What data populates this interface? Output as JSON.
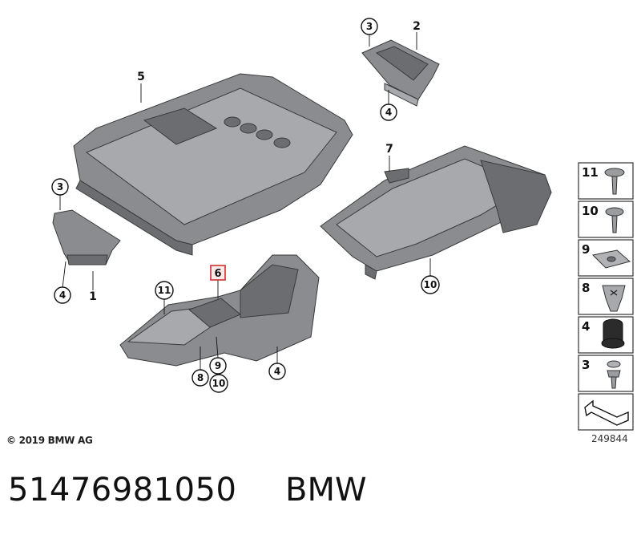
{
  "callouts": [
    {
      "id": "c5",
      "label": "5"
    },
    {
      "id": "c3a",
      "label": "3"
    },
    {
      "id": "c2",
      "label": "2"
    },
    {
      "id": "c4a",
      "label": "4"
    },
    {
      "id": "c7",
      "label": "7"
    },
    {
      "id": "c3b",
      "label": "3"
    },
    {
      "id": "c4b",
      "label": "4"
    },
    {
      "id": "c1",
      "label": "1"
    },
    {
      "id": "c6",
      "label": "6"
    },
    {
      "id": "c11",
      "label": "11"
    },
    {
      "id": "c8",
      "label": "8"
    },
    {
      "id": "c9",
      "label": "9"
    },
    {
      "id": "c10a",
      "label": "10"
    },
    {
      "id": "c4c",
      "label": "4"
    },
    {
      "id": "c10b",
      "label": "10"
    }
  ],
  "legend": [
    "11",
    "10",
    "9",
    "8",
    "4",
    "3"
  ],
  "copyright": "© 2019 BMW AG",
  "diagram_number": "249844",
  "part_number": "51476981050",
  "brand": "BMW",
  "highlight_color": "#d0312d"
}
